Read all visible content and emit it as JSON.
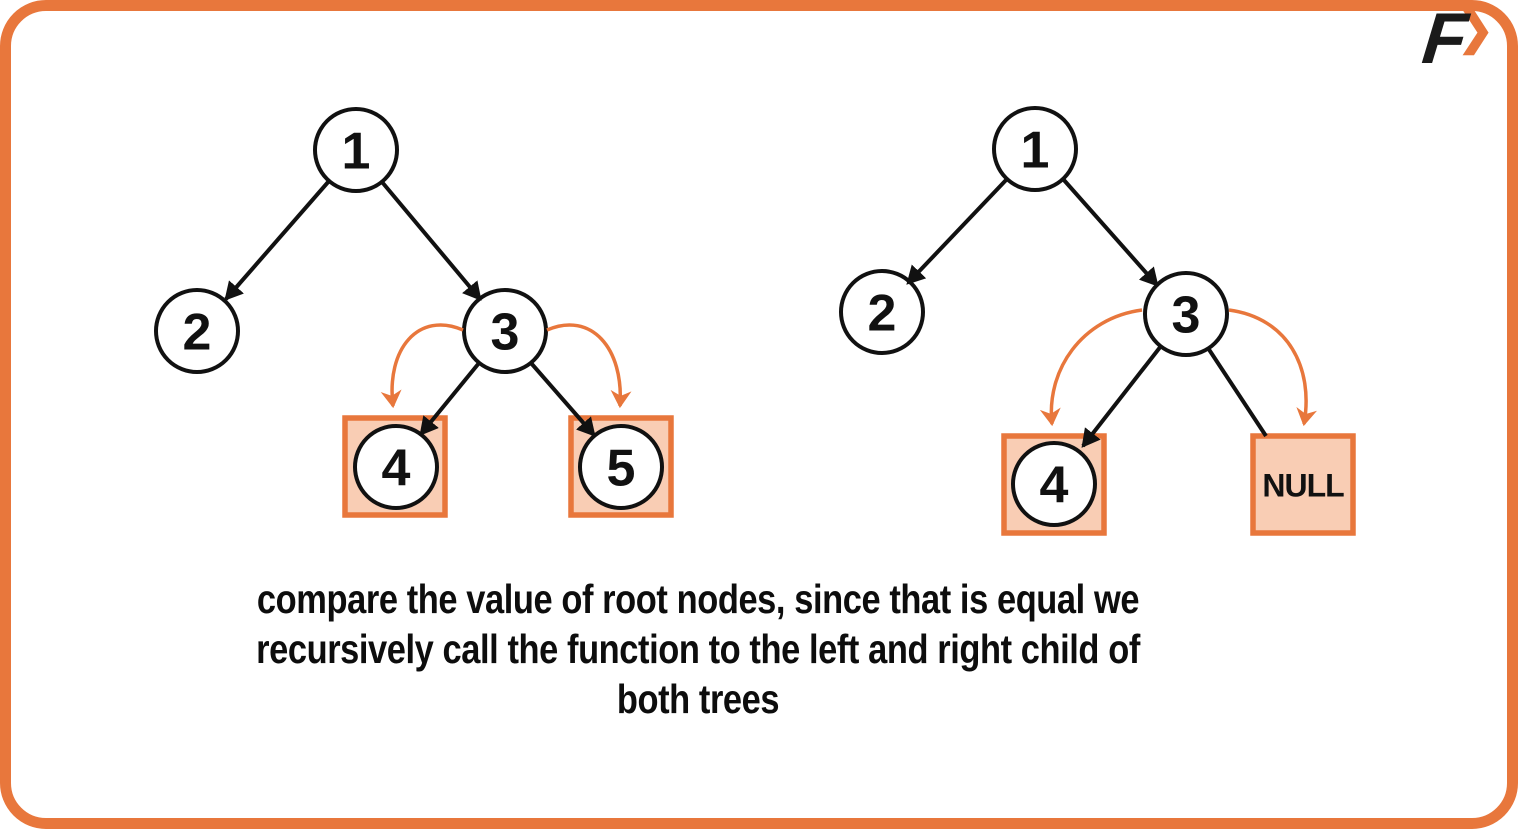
{
  "colors": {
    "accent": "#E8773C",
    "accent_fill": "#F9CDB4",
    "ink": "#111111"
  },
  "logo": {
    "letter": "F",
    "chevron": "❯"
  },
  "tree_left": {
    "root": "1",
    "left_child": "2",
    "right_child": "3",
    "right_left_child": "4",
    "right_right_child": "5"
  },
  "tree_right": {
    "root": "1",
    "left_child": "2",
    "right_child": "3",
    "right_left_child": "4",
    "right_right_child": "NULL"
  },
  "caption": {
    "lines": [
      "compare the value of root nodes, since that is equal we",
      "recursively call the function to the left and right child of",
      "both trees"
    ]
  }
}
